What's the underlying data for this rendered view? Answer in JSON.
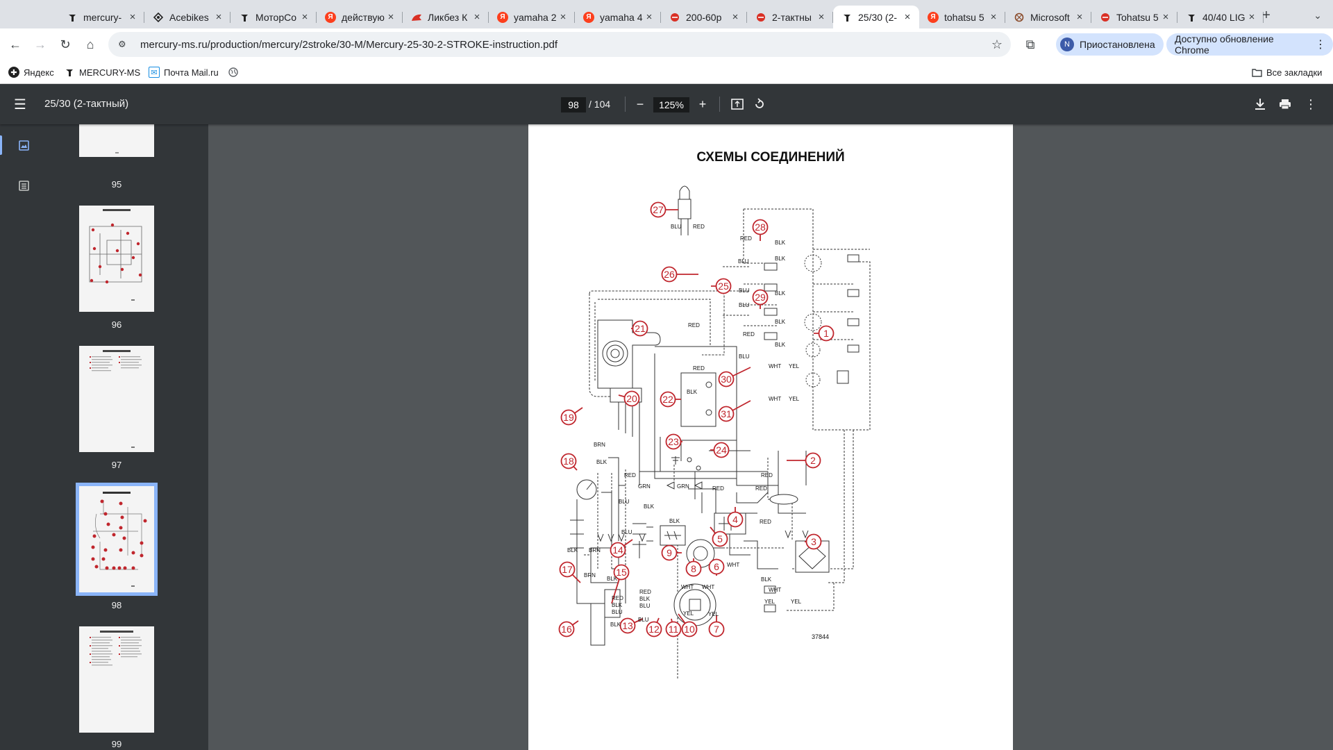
{
  "tabs": [
    {
      "title": "mercury-",
      "icon": "mercury-icon"
    },
    {
      "title": "Acebikes",
      "icon": "acebikes-icon"
    },
    {
      "title": "МоторСо",
      "icon": "mercury-icon"
    },
    {
      "title": "действую",
      "icon": "yandex-icon"
    },
    {
      "title": "Ликбез К",
      "icon": "likbez-icon"
    },
    {
      "title": "yamaha 2",
      "icon": "yandex-icon"
    },
    {
      "title": "yamaha 4",
      "icon": "yandex-icon"
    },
    {
      "title": "200-60р",
      "icon": "tohatsu-icon"
    },
    {
      "title": "2-тактны",
      "icon": "tohatsu-icon"
    },
    {
      "title": "25/30 (2-",
      "icon": "mercury-icon",
      "active": true
    },
    {
      "title": "tohatsu 5",
      "icon": "yandex-icon"
    },
    {
      "title": "Microsoft",
      "icon": "microsoft-icon"
    },
    {
      "title": "Tohatsu 5",
      "icon": "tohatsu-icon"
    },
    {
      "title": "40/40 LIG",
      "icon": "mercury-icon"
    }
  ],
  "toolbar": {
    "url": "mercury-ms.ru/production/mercury/2stroke/30-M/Mercury-25-30-2-STROKE-instruction.pdf",
    "profile_initial": "N",
    "profile_label": "Приостановлена",
    "update_label": "Доступно обновление Chrome"
  },
  "bookmarks": {
    "items": [
      {
        "label": "Яндекс",
        "icon": "yandex-icon"
      },
      {
        "label": "MERCURY-MS",
        "icon": "mercury-icon"
      },
      {
        "label": "Почта Mail.ru",
        "icon": "mail-icon"
      },
      {
        "label": "",
        "icon": "globe-icon"
      }
    ],
    "all_bookmarks": "Все закладки"
  },
  "pdf": {
    "title": "25/30 (2-тактный)",
    "current_page": "98",
    "total_pages": "/ 104",
    "zoom": "125%",
    "thumbnails": [
      {
        "label": "95"
      },
      {
        "label": "96"
      },
      {
        "label": "97"
      },
      {
        "label": "98",
        "selected": true
      },
      {
        "label": "99"
      }
    ],
    "page_heading": "СХЕМЫ СОЕДИНЕНИЙ",
    "figure_number": "37844"
  },
  "diagram": {
    "callouts": [
      "1",
      "2",
      "3",
      "4",
      "5",
      "6",
      "7",
      "8",
      "9",
      "10",
      "11",
      "12",
      "13",
      "14",
      "15",
      "16",
      "17",
      "18",
      "19",
      "20",
      "21",
      "22",
      "23",
      "24",
      "25",
      "26",
      "27",
      "28",
      "29",
      "30",
      "31"
    ],
    "wire_labels": [
      "RED",
      "BLU",
      "BLK",
      "WHT",
      "YEL",
      "GRN",
      "BRN"
    ],
    "accent_color": "#c0262d"
  }
}
